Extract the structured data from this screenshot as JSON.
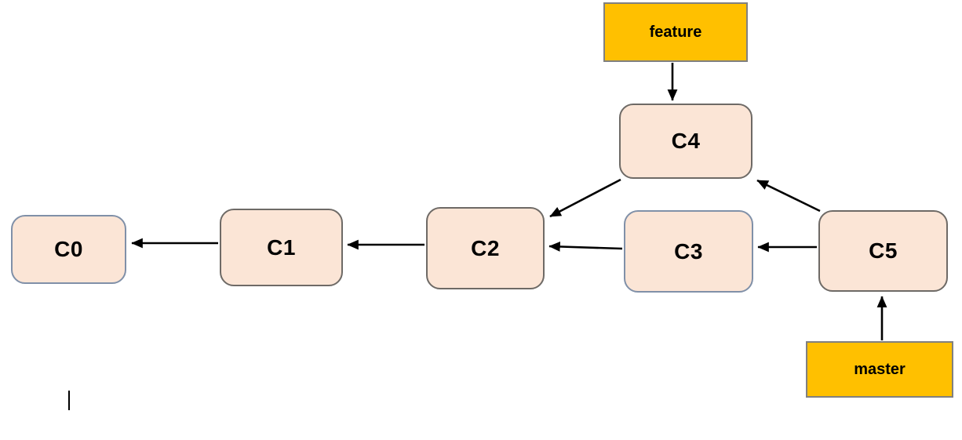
{
  "diagram": {
    "type": "git-commit-graph",
    "background": "#ffffff"
  },
  "nodes": [
    {
      "id": "C0",
      "label": "C0",
      "fill": "#FBE5D6",
      "border": "#8090a8"
    },
    {
      "id": "C1",
      "label": "C1",
      "fill": "#FBE5D6",
      "border": "#6e6a66"
    },
    {
      "id": "C2",
      "label": "C2",
      "fill": "#FBE5D6",
      "border": "#6e6a66"
    },
    {
      "id": "C3",
      "label": "C3",
      "fill": "#FBE5D6",
      "border": "#8090a8"
    },
    {
      "id": "C4",
      "label": "C4",
      "fill": "#FBE5D6",
      "border": "#6e6a66"
    },
    {
      "id": "C5",
      "label": "C5",
      "fill": "#FBE5D6",
      "border": "#6e6a66"
    }
  ],
  "branches": [
    {
      "id": "feature",
      "label": "feature",
      "fill": "#FFC000",
      "border": "#808080",
      "points_to": "C4"
    },
    {
      "id": "master",
      "label": "master",
      "fill": "#FFC000",
      "border": "#808080",
      "points_to": "C5"
    }
  ],
  "edges": [
    {
      "from": "C1",
      "to": "C0"
    },
    {
      "from": "C2",
      "to": "C1"
    },
    {
      "from": "C3",
      "to": "C2"
    },
    {
      "from": "C5",
      "to": "C3"
    },
    {
      "from": "C4",
      "to": "C2"
    },
    {
      "from": "C5",
      "to": "C4"
    },
    {
      "from": "feature",
      "to": "C4"
    },
    {
      "from": "master",
      "to": "C5"
    }
  ],
  "colors": {
    "arrow": "#000000",
    "node_fill": "#FBE5D6",
    "branch_fill": "#FFC000",
    "node_border_gray": "#6e6a66",
    "node_border_slate": "#8090a8",
    "branch_border": "#808080"
  }
}
